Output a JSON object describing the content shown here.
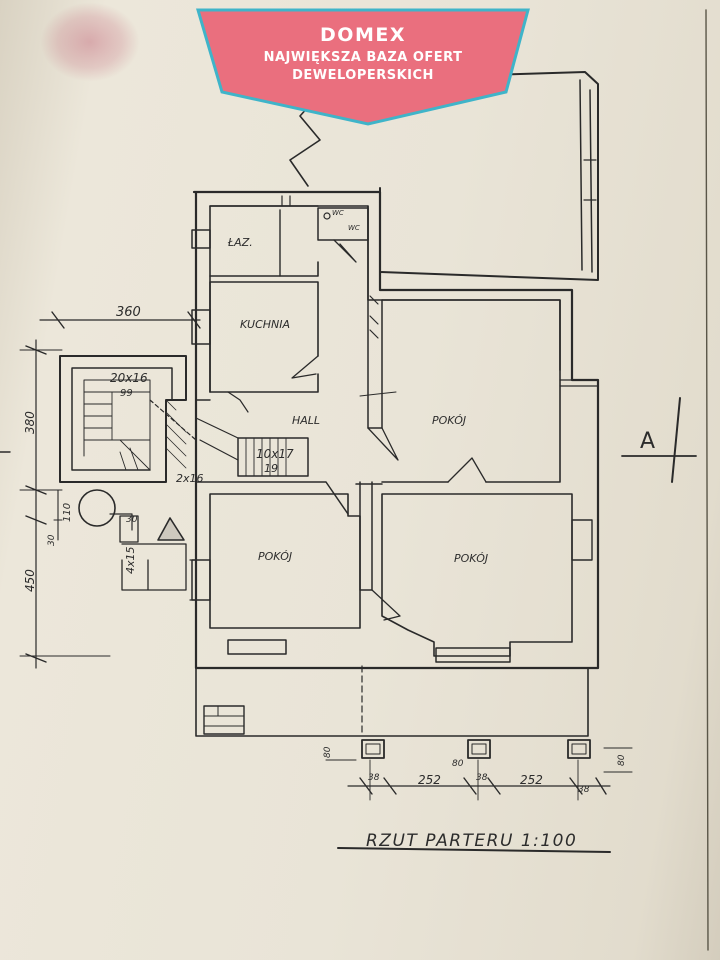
{
  "banner": {
    "brand": "DOMEX",
    "line2": "NAJWIĘKSZA BAZA OFERT",
    "line3": "DEWELOPERSKICH",
    "bg_color": "#ea6f7e",
    "border_color": "#3fb4c9"
  },
  "rooms": {
    "bath": "ŁAZ.",
    "wc_a": "WC",
    "wc_b": "WC",
    "kitchen": "KUCHNIA",
    "hall": "HALL",
    "room_ne": "POKÓJ",
    "room_sw": "POKÓJ",
    "room_se": "POKÓJ"
  },
  "stairs": {
    "upper_spec": "20x16",
    "upper_num": "99",
    "lower_spec": "10x17",
    "lower_num": "19",
    "entry": "2x16",
    "landing": "4x15"
  },
  "dimensions": {
    "width_top": "360",
    "height_a": "380",
    "height_b": "110",
    "height_c": "450",
    "small_a": "30",
    "small_b": "30",
    "bottom_a": "252",
    "bottom_b": "252",
    "bottom_small_a": "38",
    "bottom_small_b": "38",
    "bottom_small_c": "38",
    "left_80": "80",
    "right_80": "80",
    "mid_80": "80"
  },
  "section_mark": "A",
  "title": "RZUT PARTERU 1:100"
}
